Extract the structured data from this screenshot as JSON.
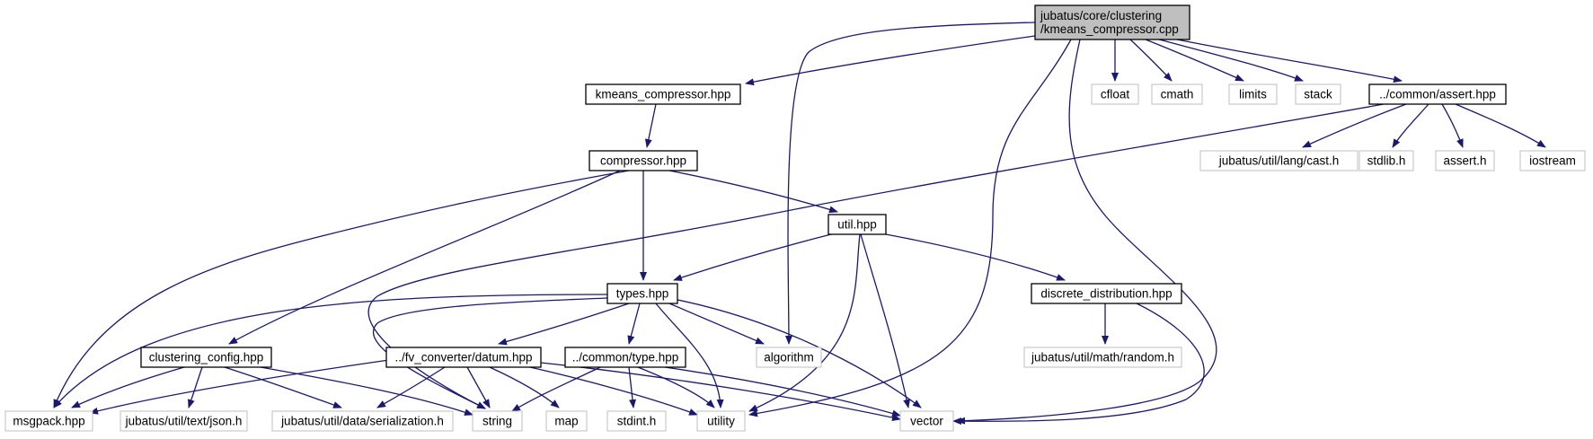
{
  "graph": {
    "root": "kmeans_compressor_cpp",
    "nodes": [
      {
        "id": "kmeans_compressor_cpp",
        "lines": [
          "jubatus/core/clustering",
          "/kmeans_compressor.cpp"
        ],
        "style": "root"
      },
      {
        "id": "kmeans_compressor_hpp",
        "lines": [
          "kmeans_compressor.hpp"
        ],
        "style": "documented"
      },
      {
        "id": "algorithm",
        "lines": [
          "algorithm"
        ],
        "style": "external"
      },
      {
        "id": "utility",
        "lines": [
          "utility"
        ],
        "style": "external"
      },
      {
        "id": "vector",
        "lines": [
          "vector"
        ],
        "style": "external"
      },
      {
        "id": "cfloat",
        "lines": [
          "cfloat"
        ],
        "style": "external"
      },
      {
        "id": "cmath",
        "lines": [
          "cmath"
        ],
        "style": "external"
      },
      {
        "id": "limits",
        "lines": [
          "limits"
        ],
        "style": "external"
      },
      {
        "id": "stack",
        "lines": [
          "stack"
        ],
        "style": "external"
      },
      {
        "id": "common_assert_hpp",
        "lines": [
          "../common/assert.hpp"
        ],
        "style": "documented"
      },
      {
        "id": "compressor_hpp",
        "lines": [
          "compressor.hpp"
        ],
        "style": "documented"
      },
      {
        "id": "util_hpp",
        "lines": [
          "util.hpp"
        ],
        "style": "documented"
      },
      {
        "id": "types_hpp",
        "lines": [
          "types.hpp"
        ],
        "style": "documented"
      },
      {
        "id": "clustering_config_hpp",
        "lines": [
          "clustering_config.hpp"
        ],
        "style": "documented"
      },
      {
        "id": "msgpack_hpp",
        "lines": [
          "msgpack.hpp"
        ],
        "style": "external"
      },
      {
        "id": "string",
        "lines": [
          "string"
        ],
        "style": "external"
      },
      {
        "id": "fv_converter_datum_hpp",
        "lines": [
          "../fv_converter/datum.hpp"
        ],
        "style": "documented"
      },
      {
        "id": "common_type_hpp",
        "lines": [
          "../common/type.hpp"
        ],
        "style": "documented"
      },
      {
        "id": "discrete_distribution_hpp",
        "lines": [
          "discrete_distribution.hpp"
        ],
        "style": "documented"
      },
      {
        "id": "jubatus_util_math_random_h",
        "lines": [
          "jubatus/util/math/random.h"
        ],
        "style": "external"
      },
      {
        "id": "jubatus_util_lang_cast_h",
        "lines": [
          "jubatus/util/lang/cast.h"
        ],
        "style": "external"
      },
      {
        "id": "stdlib_h",
        "lines": [
          "stdlib.h"
        ],
        "style": "external"
      },
      {
        "id": "assert_h",
        "lines": [
          "assert.h"
        ],
        "style": "external"
      },
      {
        "id": "iostream",
        "lines": [
          "iostream"
        ],
        "style": "external"
      },
      {
        "id": "jubatus_util_text_json_h",
        "lines": [
          "jubatus/util/text/json.h"
        ],
        "style": "external"
      },
      {
        "id": "jubatus_util_data_serialization_h",
        "lines": [
          "jubatus/util/data/serialization.h"
        ],
        "style": "external"
      },
      {
        "id": "map",
        "lines": [
          "map"
        ],
        "style": "external"
      },
      {
        "id": "stdint_h",
        "lines": [
          "stdint.h"
        ],
        "style": "external"
      }
    ],
    "edges": [
      [
        "kmeans_compressor_cpp",
        "kmeans_compressor_hpp"
      ],
      [
        "kmeans_compressor_cpp",
        "algorithm"
      ],
      [
        "kmeans_compressor_cpp",
        "utility"
      ],
      [
        "kmeans_compressor_cpp",
        "vector"
      ],
      [
        "kmeans_compressor_cpp",
        "cfloat"
      ],
      [
        "kmeans_compressor_cpp",
        "cmath"
      ],
      [
        "kmeans_compressor_cpp",
        "limits"
      ],
      [
        "kmeans_compressor_cpp",
        "stack"
      ],
      [
        "kmeans_compressor_cpp",
        "common_assert_hpp"
      ],
      [
        "kmeans_compressor_hpp",
        "compressor_hpp"
      ],
      [
        "compressor_hpp",
        "msgpack_hpp"
      ],
      [
        "compressor_hpp",
        "clustering_config_hpp"
      ],
      [
        "compressor_hpp",
        "types_hpp"
      ],
      [
        "compressor_hpp",
        "util_hpp"
      ],
      [
        "util_hpp",
        "types_hpp"
      ],
      [
        "util_hpp",
        "utility"
      ],
      [
        "util_hpp",
        "vector"
      ],
      [
        "util_hpp",
        "discrete_distribution_hpp"
      ],
      [
        "types_hpp",
        "msgpack_hpp"
      ],
      [
        "types_hpp",
        "string"
      ],
      [
        "types_hpp",
        "fv_converter_datum_hpp"
      ],
      [
        "types_hpp",
        "common_type_hpp"
      ],
      [
        "types_hpp",
        "utility"
      ],
      [
        "types_hpp",
        "algorithm"
      ],
      [
        "types_hpp",
        "vector"
      ],
      [
        "clustering_config_hpp",
        "msgpack_hpp"
      ],
      [
        "clustering_config_hpp",
        "jubatus_util_text_json_h"
      ],
      [
        "clustering_config_hpp",
        "jubatus_util_data_serialization_h"
      ],
      [
        "clustering_config_hpp",
        "string"
      ],
      [
        "fv_converter_datum_hpp",
        "msgpack_hpp"
      ],
      [
        "fv_converter_datum_hpp",
        "jubatus_util_data_serialization_h"
      ],
      [
        "fv_converter_datum_hpp",
        "string"
      ],
      [
        "fv_converter_datum_hpp",
        "map"
      ],
      [
        "fv_converter_datum_hpp",
        "utility"
      ],
      [
        "fv_converter_datum_hpp",
        "vector"
      ],
      [
        "common_type_hpp",
        "string"
      ],
      [
        "common_type_hpp",
        "stdint_h"
      ],
      [
        "common_type_hpp",
        "utility"
      ],
      [
        "common_type_hpp",
        "vector"
      ],
      [
        "discrete_distribution_hpp",
        "jubatus_util_math_random_h"
      ],
      [
        "discrete_distribution_hpp",
        "vector"
      ],
      [
        "common_assert_hpp",
        "jubatus_util_lang_cast_h"
      ],
      [
        "common_assert_hpp",
        "stdlib_h"
      ],
      [
        "common_assert_hpp",
        "assert_h"
      ],
      [
        "common_assert_hpp",
        "iostream"
      ],
      [
        "common_assert_hpp",
        "string"
      ]
    ]
  },
  "colors": {
    "edge": "#191970",
    "root_fill": "#bfbfbf",
    "root_border": "#000000",
    "documented_fill": "#ffffff",
    "documented_border": "#000000",
    "external_fill": "#ffffff",
    "external_border": "#bfbfbf",
    "external_text": "#000000"
  }
}
